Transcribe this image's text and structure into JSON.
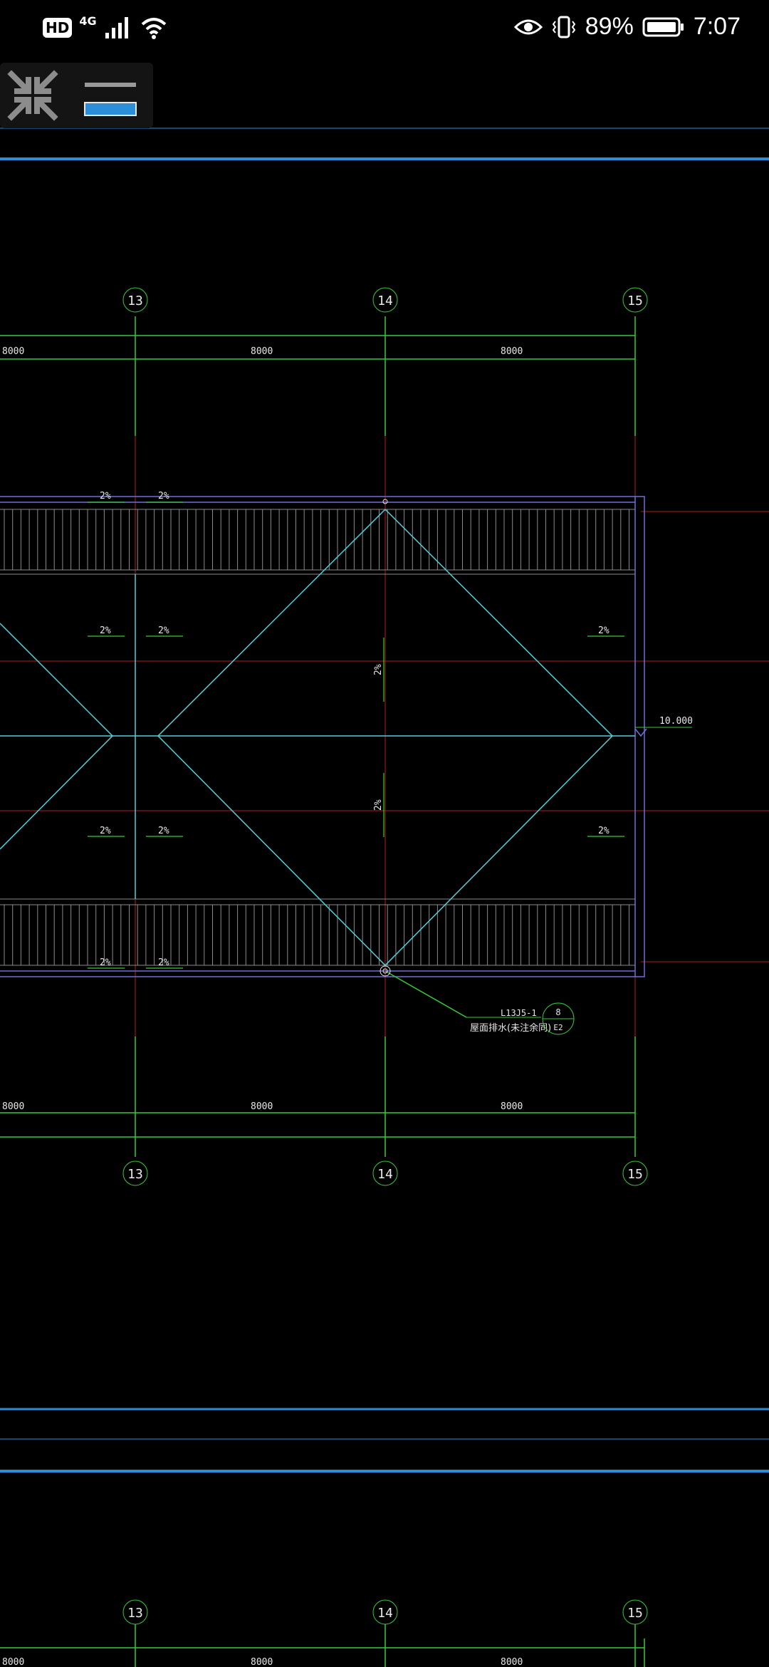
{
  "status_bar": {
    "hd_label": "HD",
    "network": "4G",
    "battery_percent": "89%",
    "time": "7:07",
    "icons": [
      "eye-icon",
      "vibrate-icon",
      "battery-icon",
      "signal-icon",
      "wifi-icon"
    ]
  },
  "toolbar": {
    "collapse_icon": "collapse-arrows-icon",
    "layer_icon": "layer-toggle-icon"
  },
  "colors": {
    "background": "#000000",
    "grid_line": "#33cc33",
    "axis_red": "#b31e1e",
    "cyan": "#4fd1d9",
    "frame": "#6f6fd8",
    "sheet_border": "#2a8fd8"
  },
  "drawing": {
    "axes_top": [
      "13",
      "14",
      "15"
    ],
    "axes_bottom": [
      "13",
      "14",
      "15"
    ],
    "axes_lower_sheet": [
      "13",
      "14",
      "15"
    ],
    "dims_top": [
      "8000",
      "8000",
      "8000"
    ],
    "dims_bottom": [
      "8000",
      "8000",
      "8000"
    ],
    "dims_lower_sheet": [
      "8000",
      "8000",
      "8000"
    ],
    "slopes": [
      "2%",
      "2%",
      "2%",
      "2%",
      "2%",
      "2%",
      "2%",
      "2%",
      "2%",
      "2%",
      "2%",
      "2%"
    ],
    "elevation": "10.000",
    "detail_ref": "L13J5-1",
    "detail_note": "屋面排水(未注余同)",
    "detail_num": "8",
    "detail_sheet": "E2"
  }
}
